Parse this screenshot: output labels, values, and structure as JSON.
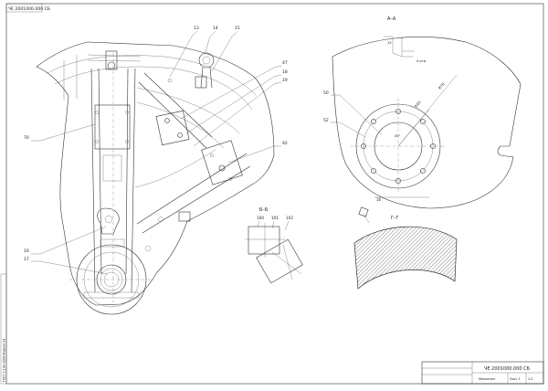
{
  "sheet": {
    "top_stamp": "ЧЕ 2001000.000 СБ",
    "left_margin_text": "ГОСТ 2.104–2006 Формат А1"
  },
  "main_view": {
    "callouts": [
      "13",
      "14",
      "15",
      "47",
      "18",
      "19",
      "42",
      "70",
      "16",
      "17"
    ]
  },
  "section_bb": {
    "title": "Б–Б",
    "callouts": [
      "100",
      "101",
      "102"
    ]
  },
  "view_aa": {
    "title": "А–А",
    "callouts": [
      "50",
      "52"
    ],
    "dims": [
      "R70",
      "R45",
      "15",
      "4 отв.",
      "45°",
      "16"
    ]
  },
  "section_gg": {
    "title": "Г–Г"
  },
  "title_block": {
    "drawing_number": "ЧЕ 2001000.000 СБ",
    "title": "Механизм",
    "sheet_label": "Лист 1",
    "scale_label": "1:2"
  }
}
